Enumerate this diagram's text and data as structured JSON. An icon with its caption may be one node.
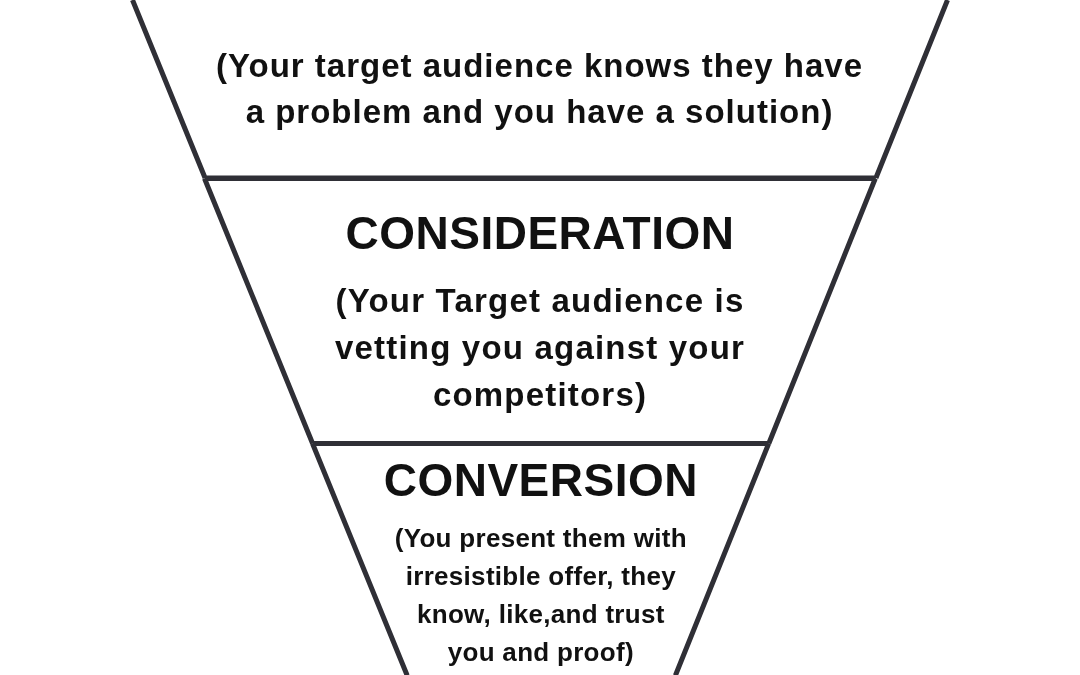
{
  "diagram": {
    "nodes": [
      {
        "text": [
          "(Your target audience knows they have a problem and you have a solution)"
        ]
      },
      {
        "text": [
          "CONSIDERATION",
          "(Your Target audience is vetting you against your competitors)"
        ]
      },
      {
        "text": [
          "CONVERSION",
          "(You present them with irresistible offer, they know, like,and trust you and proof)"
        ]
      }
    ]
  }
}
